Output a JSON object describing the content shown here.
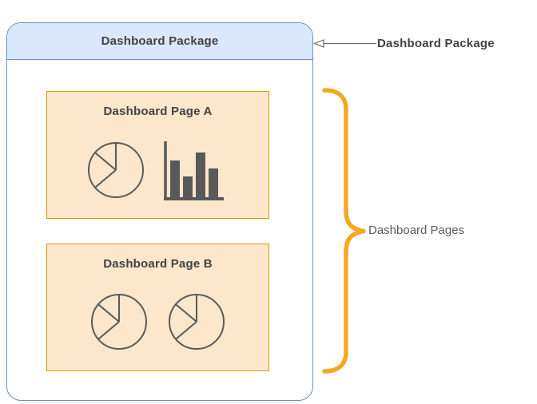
{
  "package": {
    "title": "Dashboard Package"
  },
  "pages": [
    {
      "title": "Dashboard Page A",
      "icons": [
        "pie-chart",
        "bar-chart"
      ]
    },
    {
      "title": "Dashboard Page B",
      "icons": [
        "pie-chart",
        "pie-chart"
      ]
    }
  ],
  "annotations": {
    "package": {
      "label": "Dashboard Package",
      "connector": "arrow-to-header"
    },
    "pages": {
      "label": "Dashboard Pages",
      "connector": "curly-brace"
    }
  },
  "chart_icon_data": {
    "bar_chart_relative_heights": [
      48,
      28,
      58,
      38
    ],
    "pie_slice_line_angles_deg": [
      90,
      140,
      220
    ]
  },
  "colors": {
    "package_header_fill": "#DAE8FC",
    "package_border": "#6C8EBF",
    "page_fill": "#FCE6CC",
    "page_border": "#D79B00",
    "brace": "#F5A820",
    "icon_gray": "#595959",
    "connector_gray": "#6b6b6b",
    "title_text": "#424242",
    "pages_label_text": "#5b5b5b"
  }
}
